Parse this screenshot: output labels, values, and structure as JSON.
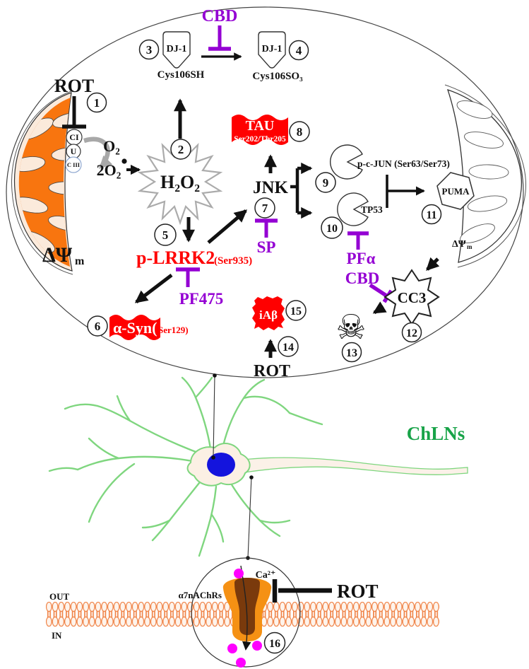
{
  "figure": "rotenone-CBD-signaling-pathway-in-cholinergic-like-neurons",
  "colors": {
    "red": "#FF0000",
    "purple": "#9400D3",
    "mito_orange": "#F8750F",
    "membrane_orange": "#F08448",
    "receptor_orange": "#F59114",
    "receptor_brown": "#7A3A0C",
    "neuron_green": "#7FD67F",
    "label_green": "#18A348",
    "nucleus_blue": "#1414DD",
    "ion_magenta": "#FF00FF",
    "grey_arrow": "#A8A8A8"
  },
  "steps": [
    "1",
    "2",
    "3",
    "4",
    "5",
    "6",
    "7",
    "8",
    "9",
    "10",
    "11",
    "12",
    "13",
    "14",
    "15",
    "16"
  ],
  "nodes": {
    "cbd_top": "CBD",
    "dj1_left": "DJ-1",
    "dj1_right": "DJ-1",
    "cys106sh": "Cys106SH",
    "cys106so3": "Cys106SO₃",
    "rot_left": "ROT",
    "complex1": "CI",
    "ubiquinone": "U",
    "complex3": "C III",
    "o2": "O₂",
    "superoxide": "2O₂",
    "h2o2": "H₂O₂",
    "delta_psi": "ΔΨ",
    "delta_psi_sub": "m",
    "p_lrrk2": "p-LRRK2",
    "p_lrrk2_site": "(Ser935)",
    "pf475": "PF475",
    "asyn": "α-Syn(",
    "asyn_site": "Ser129)",
    "tau": "TAU",
    "tau_site": "Ser202/Thr205",
    "jnk": "JNK",
    "sp": "SP",
    "pcjun": "p-c-JUN (Ser63/Ser73)",
    "tp53": "TP53",
    "pfa": "PFα",
    "cbd_right": "CBD",
    "puma": "PUMA",
    "delta_psi_right": "ΔΨ",
    "delta_psi_right_sub": "m",
    "cc3": "CC3",
    "skull": "☠",
    "iab": "iAβ",
    "rot_iab": "ROT",
    "chlns": "ChLNs",
    "out": "OUT",
    "in": "IN",
    "receptor": "α7nAChRs",
    "ca": "Ca²⁺",
    "rot_bottom": "ROT"
  }
}
